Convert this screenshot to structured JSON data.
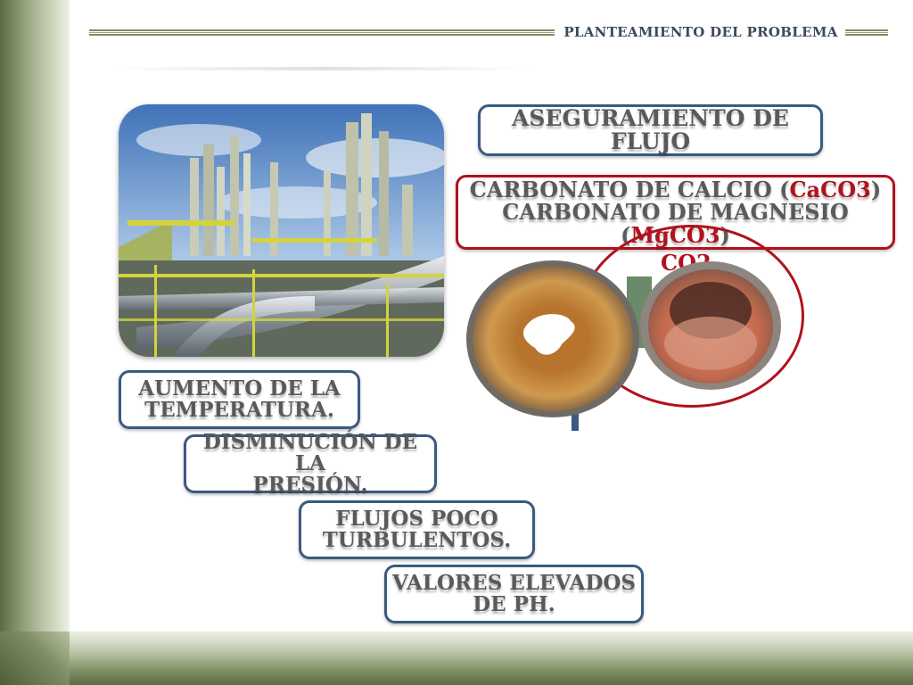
{
  "header": {
    "title": "PLANTEAMIENTO DEL PROBLEMA"
  },
  "flow_box": {
    "label": "ASEGURAMIENTO DE FLUJO"
  },
  "carbonate_box": {
    "line1_prefix": "CARBONATO DE CALCIO (",
    "line1_formula": "CaCO3",
    "line1_suffix": ")",
    "line2_prefix": "CARBONATO DE MAGNESIO (",
    "line2_formula": "MgCO3",
    "line2_suffix": ")"
  },
  "pipe_diagram": {
    "co2_label": "CO2"
  },
  "causes": [
    {
      "line1": "AUMENTO DE LA",
      "line2": "TEMPERATURA."
    },
    {
      "line1": "DISMINUCIÓN DE LA",
      "line2": "PRESIÓN."
    },
    {
      "line1": "FLUJOS POCO",
      "line2": "TURBULENTOS."
    },
    {
      "line1": "VALORES ELEVADOS",
      "line2": "DE PH."
    }
  ],
  "colors": {
    "frame": "#7d8c62",
    "accent_red": "#b0121e",
    "accent_blue": "#3a5a80"
  }
}
